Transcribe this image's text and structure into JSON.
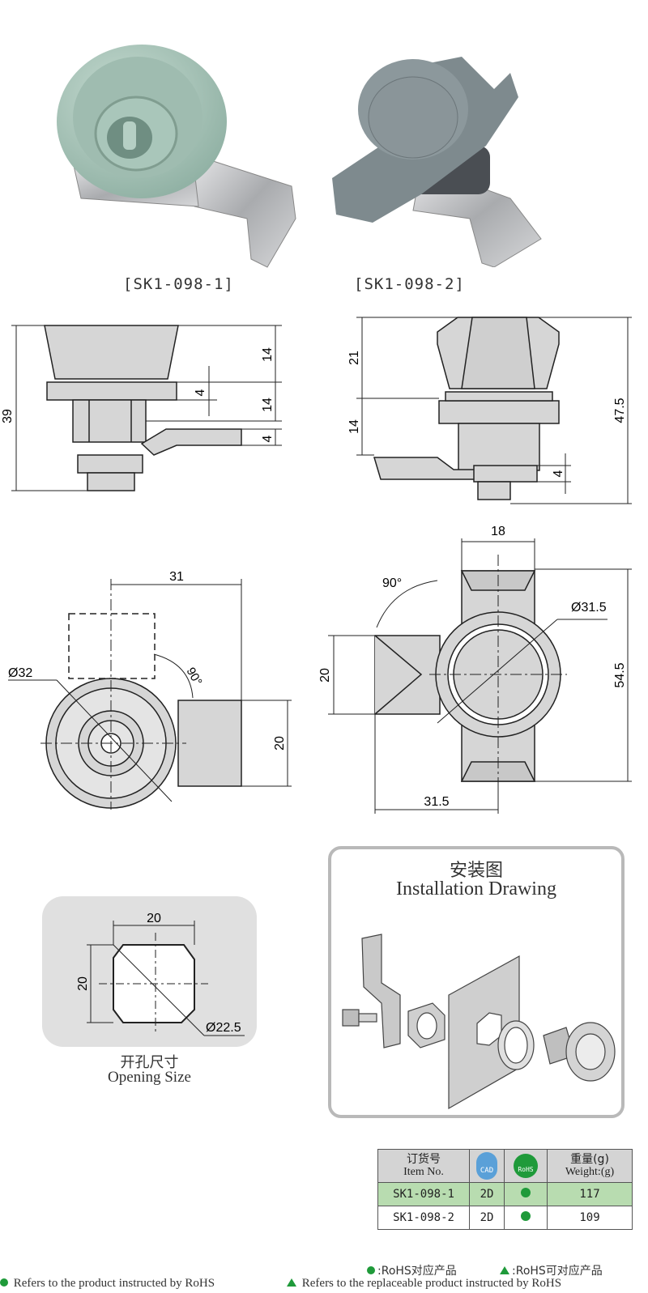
{
  "products": [
    {
      "caption": "[SK1-098-1]"
    },
    {
      "caption": "[SK1-098-2]"
    }
  ],
  "dims": {
    "side1": {
      "h_top": "14",
      "h_nut": "4",
      "h_mid": "14",
      "h_cam": "4",
      "h_total": "39"
    },
    "side2": {
      "h_top": "21",
      "h_bot": "14",
      "h_total": "47.5",
      "h_cam": "4"
    },
    "top1": {
      "len": "31",
      "dia": "Ø32",
      "width": "20",
      "angle": "90°"
    },
    "top2": {
      "width": "18",
      "dia": "Ø31.5",
      "height": "54.5",
      "cam_w": "20",
      "len": "31.5",
      "angle": "90°"
    },
    "opening": {
      "w": "20",
      "h": "20",
      "dia": "Ø22.5"
    }
  },
  "opening_title": {
    "cn": "开孔尺寸",
    "en": "Opening Size"
  },
  "install_title": {
    "cn": "安装图",
    "en": "Installation Drawing"
  },
  "table": {
    "headers": {
      "item_cn": "订货号",
      "item_en": "Item No.",
      "cad_icon": "cad-icon",
      "cad_label": "CAD",
      "rohs_icon": "rohs-icon",
      "rohs_label": "RoHS",
      "weight_cn": "重量(g)",
      "weight_en": "Weight:(g)"
    },
    "rows": [
      {
        "item": "SK1-098-1",
        "cad": "2D",
        "rohs": "●",
        "weight": "117"
      },
      {
        "item": "SK1-098-2",
        "cad": "2D",
        "rohs": "●",
        "weight": "109"
      }
    ]
  },
  "legend": {
    "dot_cn": ":RoHS对应产品",
    "tri_cn": ":RoHS可对应产品",
    "dot_en": "Refers to the product instructed by RoHS",
    "tri_en": "Refers to the replaceable product instructed by RoHS"
  },
  "colors": {
    "accent_green": "#1f9a3a",
    "row_green": "#b8dcb0",
    "cad_blue": "#5aa0d8"
  }
}
